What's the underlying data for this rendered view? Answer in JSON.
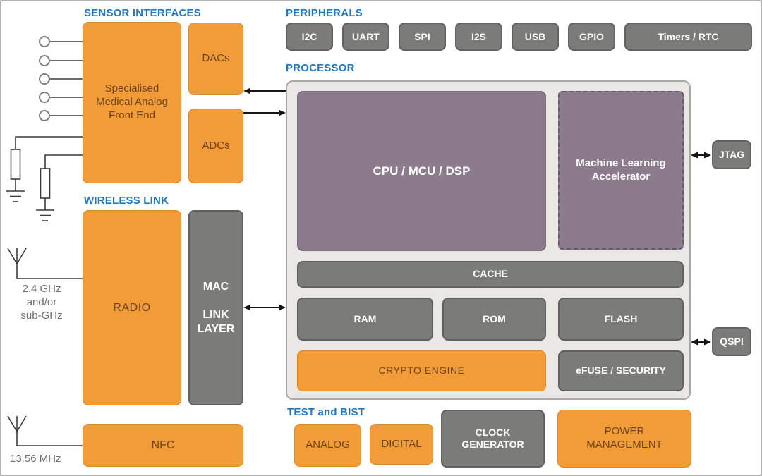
{
  "sections": {
    "sensor_interfaces": "SENSOR INTERFACES",
    "wireless_link": "WIRELESS LINK",
    "peripherals": "PERIPHERALS",
    "processor": "PROCESSOR",
    "test_bist": "TEST and BIST"
  },
  "peripherals": {
    "items": [
      {
        "label": "I2C"
      },
      {
        "label": "UART"
      },
      {
        "label": "SPI"
      },
      {
        "label": "I2S"
      },
      {
        "label": "USB"
      },
      {
        "label": "GPIO"
      },
      {
        "label": "Timers / RTC"
      }
    ]
  },
  "sensor": {
    "afe_line1": "Specialised",
    "afe_line2": "Medical Analog",
    "afe_line3": "Front End",
    "dacs": "DACs",
    "adcs": "ADCs"
  },
  "wireless": {
    "radio": "RADIO",
    "mac_line1": "MAC",
    "mac_line2": "LINK",
    "mac_line3": "LAYER",
    "freq_line1": "2.4 GHz",
    "freq_line2": "and/or",
    "freq_line3": "sub-GHz"
  },
  "nfc": {
    "label": "NFC",
    "freq": "13.56 MHz"
  },
  "soc": {
    "cpu": "CPU / MCU / DSP",
    "ml_line1": "Machine Learning",
    "ml_line2": "Accelerator",
    "cache": "CACHE",
    "ram": "RAM",
    "rom": "ROM",
    "flash": "FLASH",
    "crypto": "CRYPTO ENGINE",
    "efuse": "eFUSE / SECURITY"
  },
  "debug": {
    "jtag": "JTAG",
    "qspi": "QSPI"
  },
  "test": {
    "analog": "ANALOG",
    "digital": "DIGITAL",
    "clock_line1": "CLOCK",
    "clock_line2": "GENERATOR",
    "power_line1": "POWER",
    "power_line2": "MANAGEMENT"
  },
  "colors": {
    "orange": "#F19C38",
    "gray": "#7B7B7A",
    "purple": "#8C7B8C",
    "container_gray": "#E9E8E5",
    "label_blue": "#2377BD",
    "orange_text": "#6B4219",
    "wire": "#3A3A3A"
  }
}
